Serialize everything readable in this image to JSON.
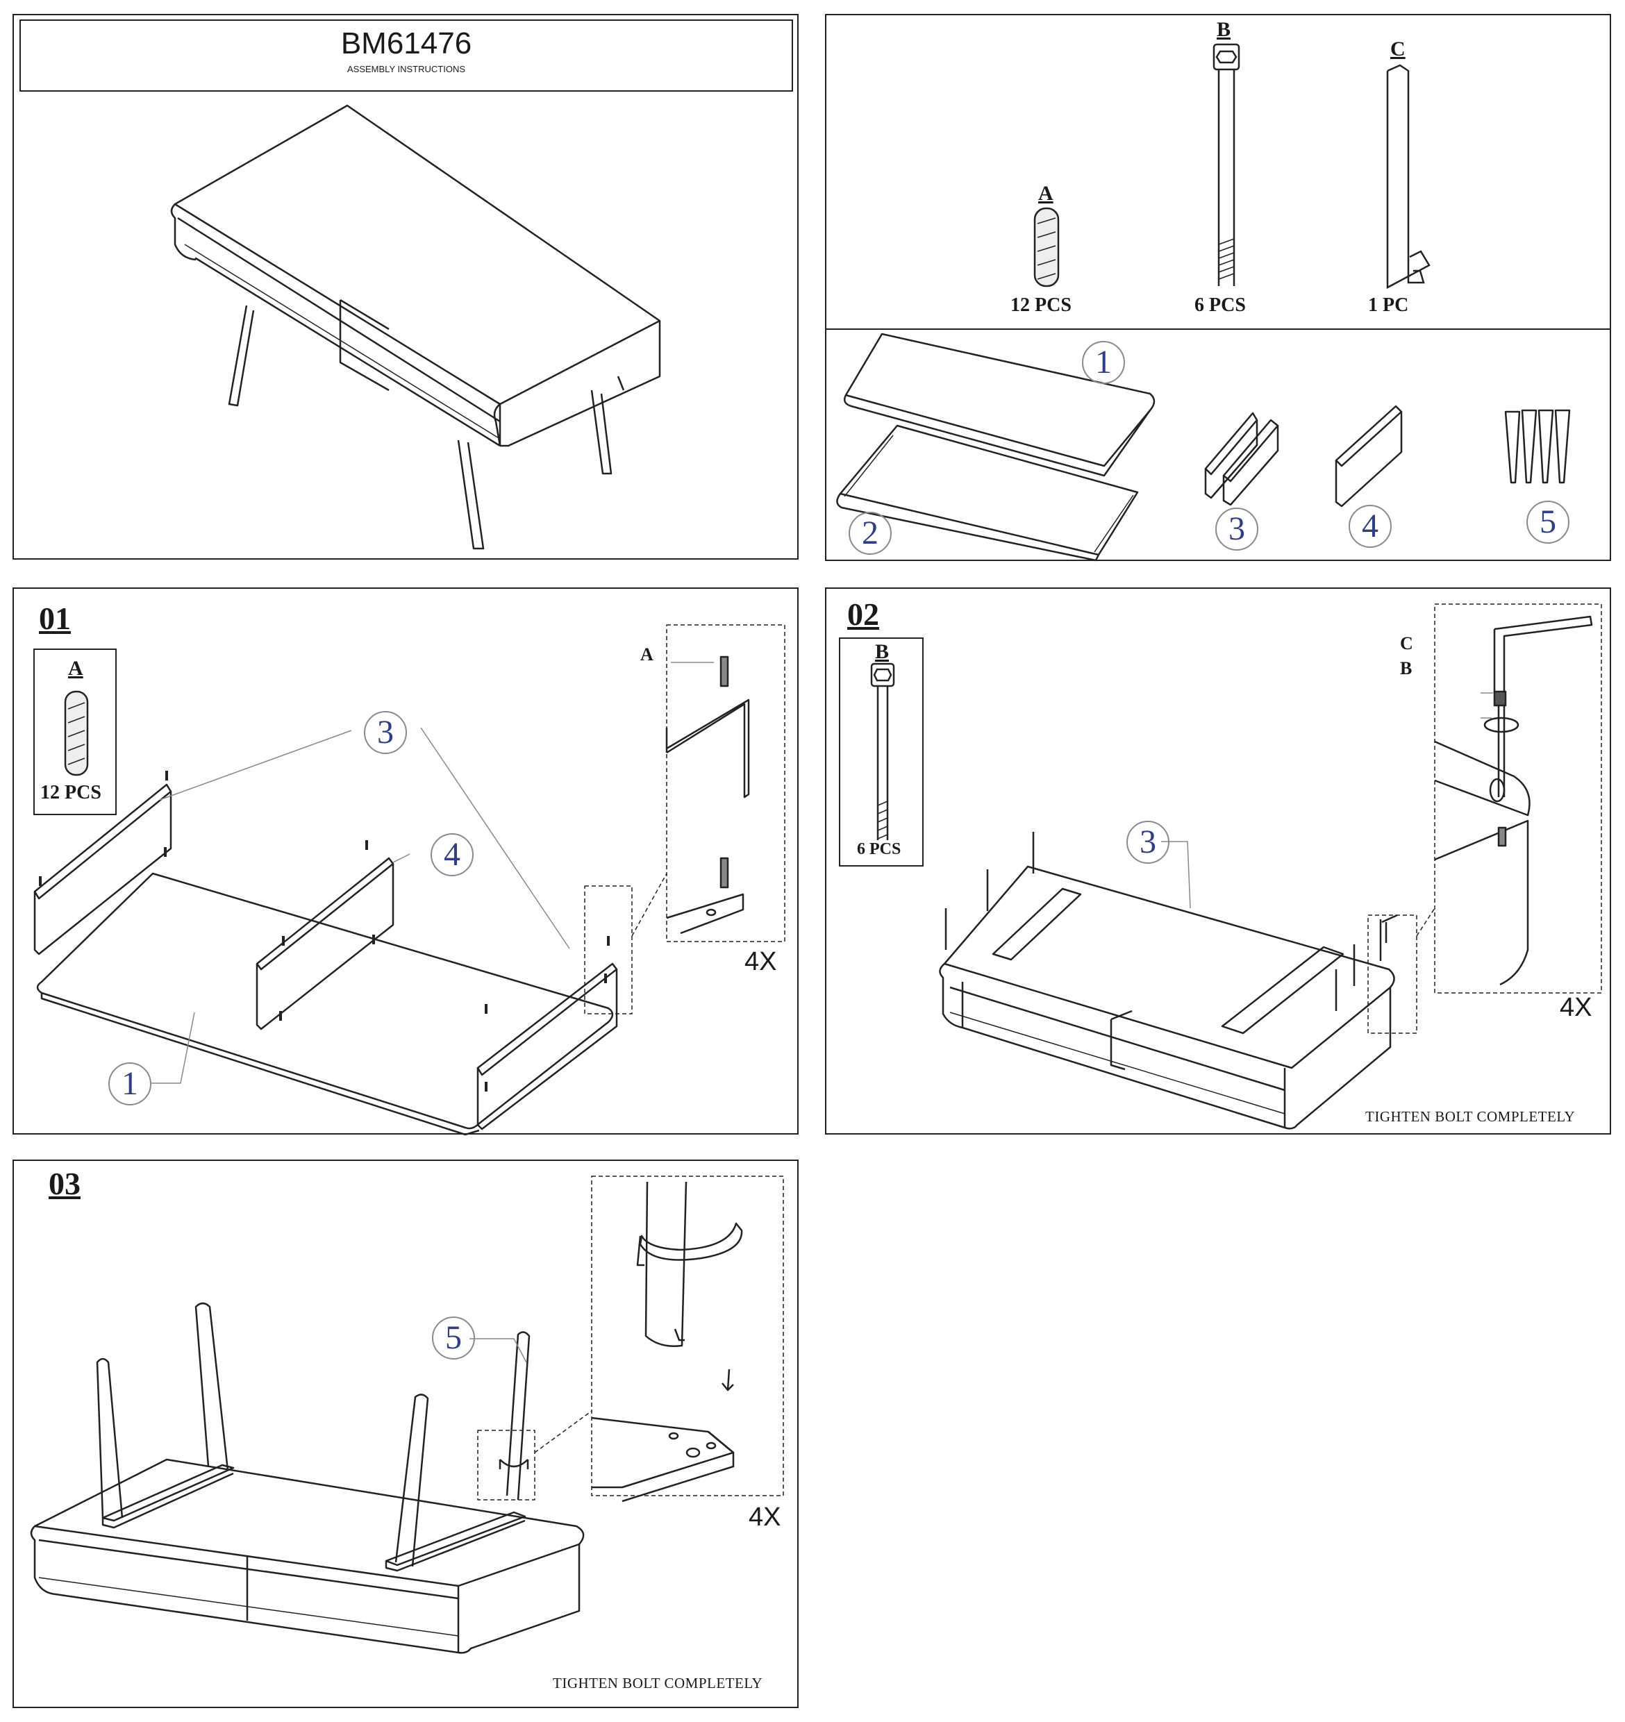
{
  "header": {
    "model": "BM61476",
    "subtitle": "ASSEMBLY INSTRUCTIONS"
  },
  "hardware": [
    {
      "letter": "A",
      "qty": "12 PCS"
    },
    {
      "letter": "B",
      "qty": "6 PCS"
    },
    {
      "letter": "C",
      "qty": "1 PC"
    }
  ],
  "parts": [
    "1",
    "2",
    "3",
    "4",
    "5"
  ],
  "step1": {
    "number": "01",
    "hw_letter": "A",
    "hw_qty": "12 PCS",
    "bubbles": [
      "3",
      "4",
      "1"
    ],
    "callout": "A",
    "multiplier": "4X"
  },
  "step2": {
    "number": "02",
    "hw_letter": "B",
    "hw_qty": "6 PCS",
    "bubble": "3",
    "callout_c": "C",
    "callout_b": "B",
    "multiplier": "4X",
    "note": "TIGHTEN BOLT COMPLETELY"
  },
  "step3": {
    "number": "03",
    "bubble": "5",
    "multiplier": "4X",
    "note": "TIGHTEN BOLT COMPLETELY"
  }
}
